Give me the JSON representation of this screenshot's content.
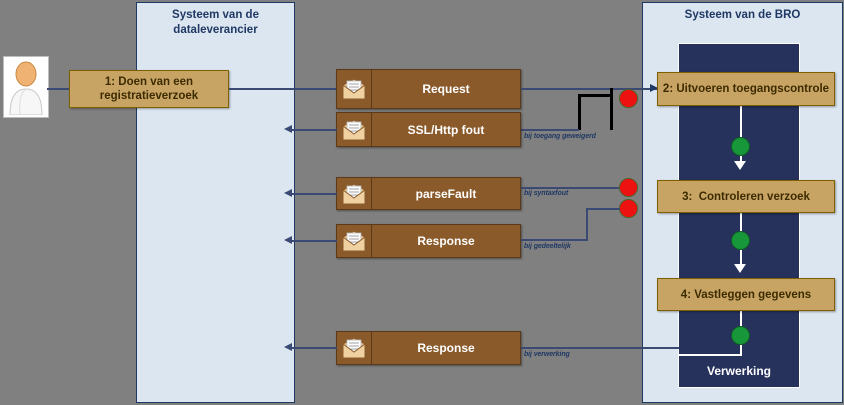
{
  "lanes": {
    "supplier": {
      "title_line1": "Systeem van de",
      "title_line2": "dataleverancier"
    },
    "bro": {
      "title": "Systeem van de BRO",
      "inner_label": "Verwerking"
    }
  },
  "actor": {
    "name": "actor-dataleverancier"
  },
  "supplier_steps": [
    {
      "id": "step1",
      "label": "1: Doen van een\nregistratieverzoek"
    }
  ],
  "messages": [
    {
      "id": "request",
      "label": "Request",
      "icon": "envelope-icon"
    },
    {
      "id": "sslfout",
      "label": "SSL/Http fout",
      "icon": "envelope-icon"
    },
    {
      "id": "parsefault",
      "label": "parseFault",
      "icon": "envelope-icon"
    },
    {
      "id": "response1",
      "label": "Response",
      "icon": "envelope-icon"
    },
    {
      "id": "response2",
      "label": "Response",
      "icon": "envelope-icon"
    }
  ],
  "bro_steps": [
    {
      "id": "step2",
      "label": "2: Uitvoeren toegangscontrole"
    },
    {
      "id": "step3",
      "label": "3:  Controleren verzoek"
    },
    {
      "id": "step4",
      "label": "4: Vastleggen gegevens"
    }
  ],
  "annotations": [
    {
      "id": "anno-toegang",
      "text": "bij toegang geweigerd"
    },
    {
      "id": "anno-syntax",
      "text": "bij syntaxfout"
    },
    {
      "id": "anno-geldig",
      "text": "bij gedeeltelijk"
    },
    {
      "id": "anno-verwerking",
      "text": "bij verwerking"
    }
  ],
  "status_dots": [
    {
      "id": "dot-red-1",
      "state": "red"
    },
    {
      "id": "dot-red-2",
      "state": "red"
    },
    {
      "id": "dot-red-3",
      "state": "red"
    },
    {
      "id": "dot-green-1",
      "state": "green"
    },
    {
      "id": "dot-green-2",
      "state": "green"
    },
    {
      "id": "dot-green-3",
      "state": "green"
    }
  ],
  "colors": {
    "lane_fill": "#dce6f1",
    "lane_border": "#1f3864",
    "dark_panel": "#26315c",
    "process_box": "#c8a464",
    "process_border": "#7f6000",
    "message_box": "#8a5a2b",
    "connector": "#3b4a73",
    "dot_red": "#ee1111",
    "dot_green": "#17973a",
    "canvas": "#808080"
  }
}
